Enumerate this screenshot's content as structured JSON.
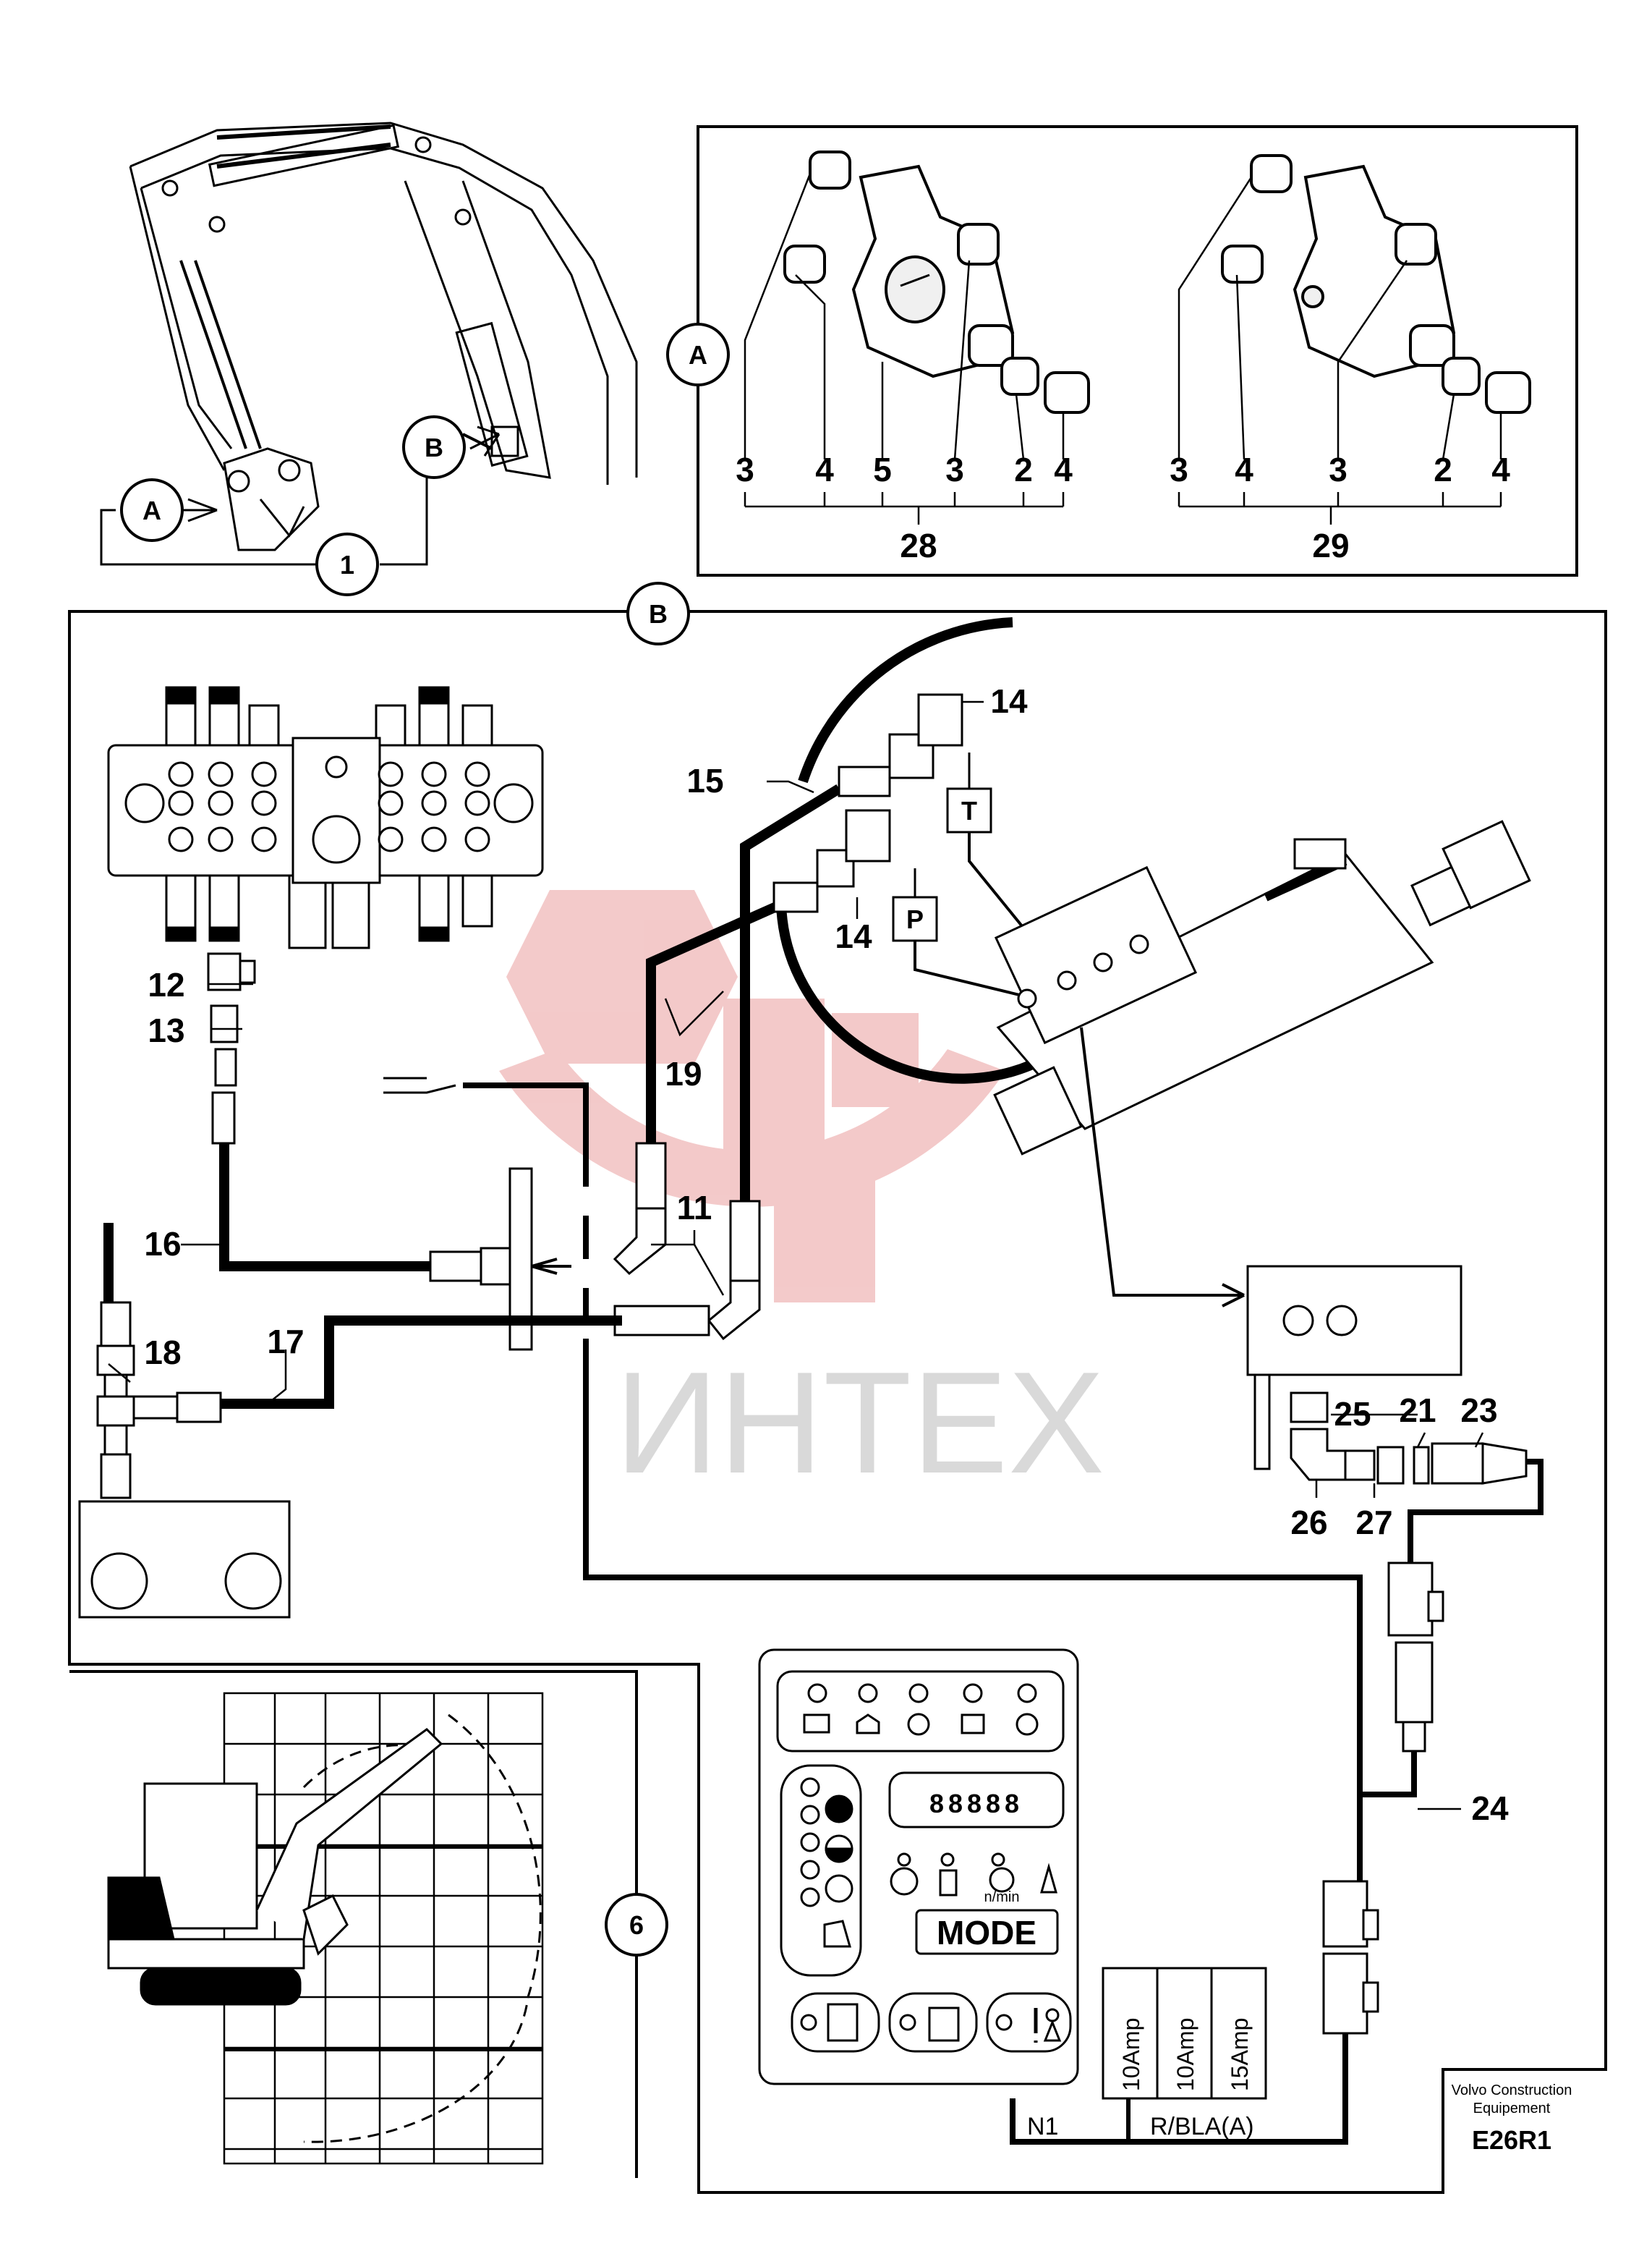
{
  "callouts": {
    "detail_a": "A",
    "detail_b": "B",
    "detail_a_frame": "A",
    "detail_b_frame": "B",
    "item_1": "1",
    "item_6": "6"
  },
  "detail_a": {
    "group_28": {
      "labels": [
        "3",
        "4",
        "5",
        "3",
        "2",
        "4"
      ],
      "total": "28"
    },
    "group_29": {
      "labels": [
        "3",
        "4",
        "3",
        "2",
        "4"
      ],
      "total": "29"
    }
  },
  "detail_b": {
    "parts": {
      "p11": "11",
      "p12": "12",
      "p13": "13",
      "p14a": "14",
      "p14b": "14",
      "p15": "15",
      "p16": "16",
      "p17": "17",
      "p18": "18",
      "p19": "19",
      "p21": "21",
      "p23": "23",
      "p24": "24",
      "p25": "25",
      "p26": "26",
      "p27": "27"
    },
    "port_t": "T",
    "port_p": "P"
  },
  "display_panel": {
    "mode_label": "MODE",
    "rpm_unit": "n/min",
    "segment_display": "88888"
  },
  "fuses": [
    "10Amp",
    "10Amp",
    "15Amp"
  ],
  "wires": {
    "n1": "N1",
    "rbla": "R/BLA(A)"
  },
  "footer": {
    "maker": "Volvo Construction",
    "maker2": "Equipement",
    "code": "E26R1"
  },
  "watermark": "ИНТЕХ",
  "colors": {
    "ink": "#000000",
    "watermark_red": "#f2c4c4",
    "watermark_grey": "#d9d9d9"
  }
}
